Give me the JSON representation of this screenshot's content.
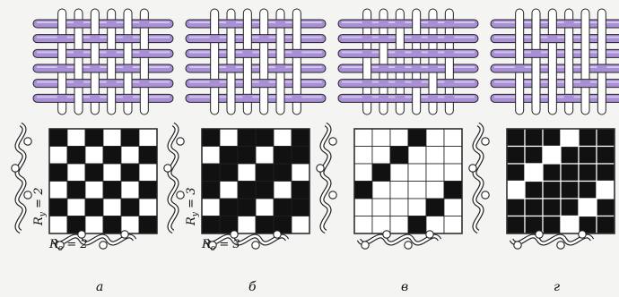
{
  "colors": {
    "warp": "#ffffff",
    "weft": "#a98fd6",
    "weft_highlight": "#e4dcf5",
    "outline": "#222222",
    "black_cell": "#111111",
    "white_cell": "#ffffff",
    "background": "#f4f4f2"
  },
  "panels": [
    {
      "id": "a",
      "label": "а",
      "weave": [
        [
          1,
          0,
          1,
          0,
          1,
          0
        ],
        [
          0,
          1,
          0,
          1,
          0,
          1
        ],
        [
          1,
          0,
          1,
          0,
          1,
          0
        ],
        [
          0,
          1,
          0,
          1,
          0,
          1
        ],
        [
          1,
          0,
          1,
          0,
          1,
          0
        ],
        [
          0,
          1,
          0,
          1,
          0,
          1
        ]
      ],
      "ry_label": "R",
      "ry_sub": "у",
      "ry_value": " = 2",
      "ro_label": "R",
      "ro_sub": "о",
      "ro_value": " = 2"
    },
    {
      "id": "b",
      "label": "б",
      "weave": [
        [
          1,
          0,
          1,
          1,
          0,
          1
        ],
        [
          0,
          1,
          1,
          0,
          1,
          1
        ],
        [
          1,
          1,
          0,
          1,
          1,
          0
        ],
        [
          1,
          0,
          1,
          1,
          0,
          1
        ],
        [
          0,
          1,
          1,
          0,
          1,
          1
        ],
        [
          1,
          1,
          0,
          1,
          1,
          0
        ]
      ],
      "ry_label": "R",
      "ry_sub": "у",
      "ry_value": " = 3",
      "ro_label": "R",
      "ro_sub": "о",
      "ro_value": " = 3"
    },
    {
      "id": "v",
      "label": "в",
      "weave": [
        [
          0,
          0,
          0,
          1,
          0,
          0
        ],
        [
          0,
          0,
          1,
          0,
          0,
          0
        ],
        [
          0,
          1,
          0,
          0,
          0,
          0
        ],
        [
          1,
          0,
          0,
          0,
          0,
          1
        ],
        [
          0,
          0,
          0,
          0,
          1,
          0
        ],
        [
          0,
          0,
          0,
          1,
          0,
          0
        ]
      ]
    },
    {
      "id": "g",
      "label": "г",
      "weave": [
        [
          1,
          1,
          1,
          0,
          1,
          1
        ],
        [
          1,
          1,
          0,
          1,
          1,
          1
        ],
        [
          1,
          0,
          1,
          1,
          1,
          1
        ],
        [
          0,
          1,
          1,
          1,
          1,
          0
        ],
        [
          1,
          1,
          1,
          1,
          0,
          1
        ],
        [
          1,
          1,
          1,
          0,
          1,
          1
        ]
      ]
    }
  ]
}
